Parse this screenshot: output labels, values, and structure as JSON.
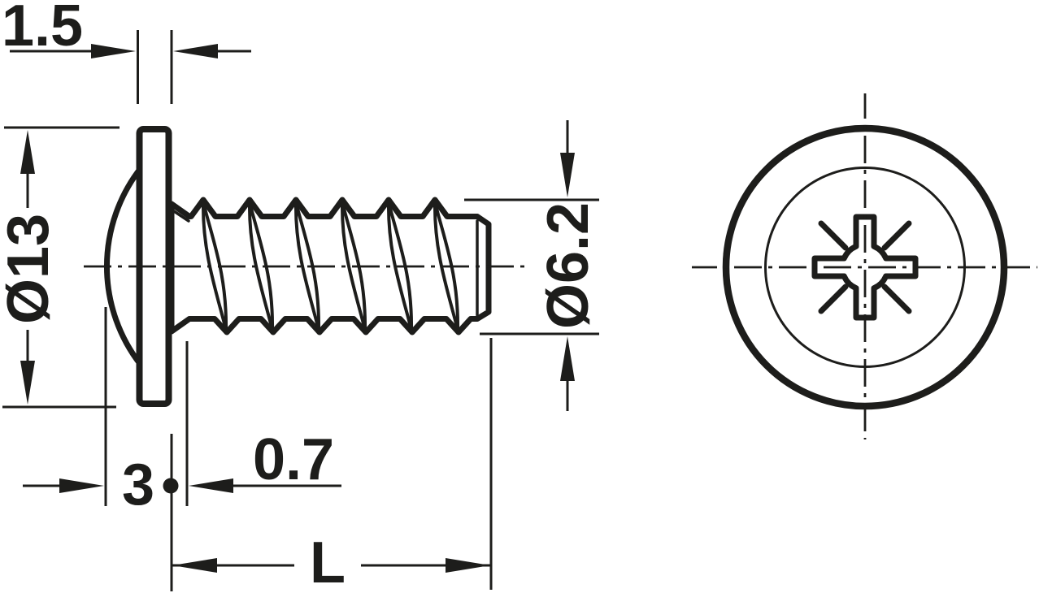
{
  "colors": {
    "line": "#1d1d1b",
    "background": "#ffffff"
  },
  "labels": {
    "head_thickness": "1.5",
    "head_diameter": "Ø13",
    "thread_diameter": "Ø6.2",
    "head_height": "3",
    "neck_length": "0.7",
    "screw_length": "L"
  }
}
